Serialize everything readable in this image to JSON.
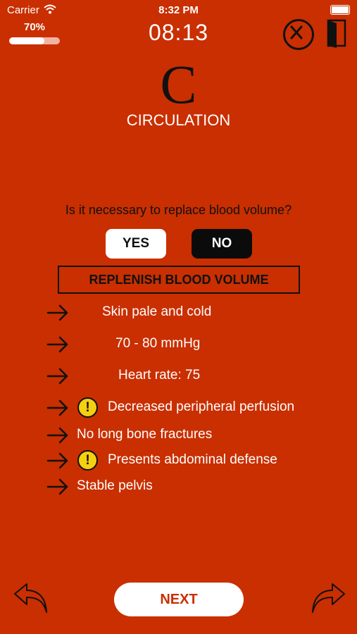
{
  "status_bar": {
    "carrier": "Carrier",
    "time": "8:32 PM"
  },
  "progress": {
    "label": "70%",
    "value": 0.7
  },
  "timer": "08:13",
  "section": {
    "letter": "C",
    "title": "CIRCULATION"
  },
  "question": {
    "text": "Is it necessary to replace blood volume?",
    "yes_label": "YES",
    "no_label": "NO",
    "selected": "NO"
  },
  "result": "REPLENISH BLOOD VOLUME",
  "findings": [
    {
      "text": "Skin pale and cold",
      "warning": false
    },
    {
      "text": "70 - 80 mmHg",
      "warning": false
    },
    {
      "text": "Heart rate: 75",
      "warning": false
    },
    {
      "text": "Decreased peripheral perfusion",
      "warning": true
    },
    {
      "text": "No long bone fractures",
      "warning": false
    },
    {
      "text": "Presents abdominal defense",
      "warning": true
    },
    {
      "text": "Stable pelvis",
      "warning": false
    }
  ],
  "warning_symbol": "!",
  "navigation": {
    "next_label": "NEXT"
  },
  "icons": {
    "wifi": "wifi-icon",
    "battery": "battery-icon",
    "close": "close-icon",
    "exit": "exit-door-icon",
    "arrow": "arrow-right-icon",
    "warning": "warning-icon",
    "back": "undo-arrow-icon",
    "forward": "redo-arrow-icon"
  },
  "colors": {
    "background": "#c92f00",
    "warning": "#f5cf12",
    "dark": "#111111"
  }
}
